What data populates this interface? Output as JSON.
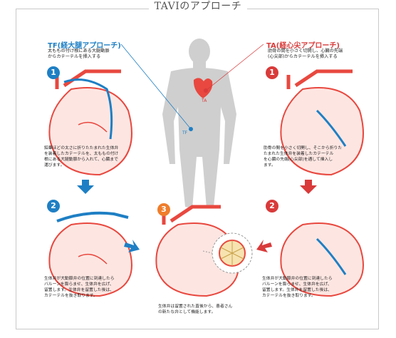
{
  "title": "TAVIのアプローチ",
  "tf": {
    "heading": "TF(経大腿アプローチ)",
    "intro": "太ももの付け根にある大腿動脈\nからカテーテルを挿入する",
    "step1_num": "1",
    "step1_text": "鉛筆ほどの太さに折りたたまれた生体弁\nを装着したカテーテルを、太ももの付け\n根にある大腿動脈から入れて、心臓まで\n運びます。",
    "step2_num": "2",
    "step2_text": "生体弁が大動脈弁の位置に到達したら\nバルーンを膨らませ、生体弁を広げ、\n留置します。生体弁を留置した後は、\nカテーテルを抜き取ります。",
    "label": "TF"
  },
  "ta": {
    "heading": "TA(経心尖アプローチ)",
    "intro": "肋骨の間を小さく切開し、心臓の先端\n(心尖部)からカテーテルを挿入する",
    "step1_num": "1",
    "step1_text": "肋骨の間を小さく切開し、そこから折りた\nたまれた生体弁を装着したカテーテル\nを心臓の先端(心尖部)を通して挿入し\nます。",
    "step2_num": "2",
    "step2_text": "生体弁が大動脈弁の位置に到達したら\nバルーンを膨らませ、生体弁を広げ、\n留置します。生体弁を留置した後は、\nカテーテルを抜き取ります。",
    "label": "TA"
  },
  "center": {
    "step3_num": "3",
    "step3_text": "生体弁は留置された直後から、患者さん\nの新たな弁として機能します。"
  },
  "colors": {
    "tf": "#1e7fc4",
    "ta": "#d93a3a",
    "step3": "#ef7d2b",
    "heart": "#e8483f"
  }
}
